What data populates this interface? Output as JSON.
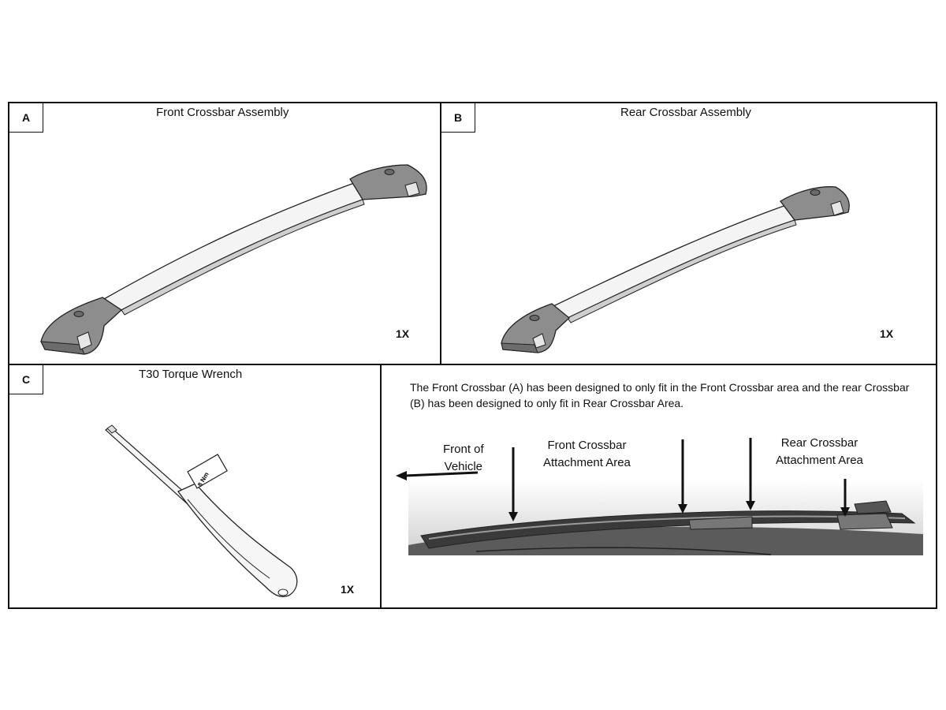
{
  "panels": {
    "a": {
      "letter": "A",
      "title": "Front Crossbar Assembly",
      "qty": "1X"
    },
    "b": {
      "letter": "B",
      "title": "Rear Crossbar Assembly",
      "qty": "1X"
    },
    "c": {
      "letter": "C",
      "title": "T30 Torque Wrench",
      "qty": "1X",
      "wrench_label": "8 Nm"
    }
  },
  "fitment": {
    "description": "The Front Crossbar (A) has been designed to only fit in the Front Crossbar area and the rear Crossbar (B) has been designed to only fit in Rear Crossbar Area.",
    "front_of_vehicle": [
      "Front of",
      "Vehicle"
    ],
    "front_area": [
      "Front Crossbar",
      "Attachment Area"
    ],
    "rear_area": [
      "Rear Crossbar",
      "Attachment Area"
    ]
  }
}
